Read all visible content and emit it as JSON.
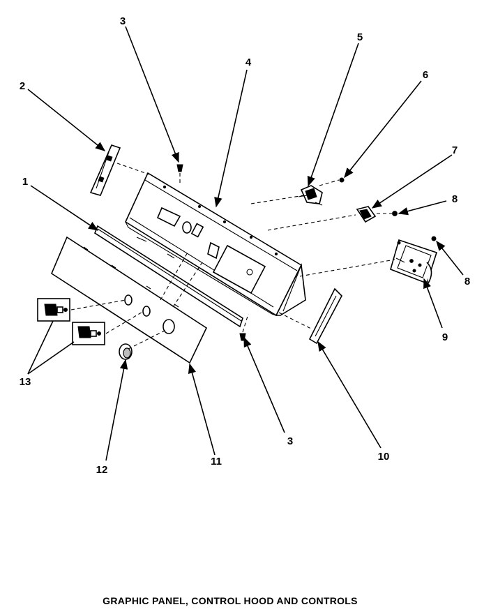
{
  "caption": "GRAPHIC PANEL, CONTROL HOOD AND CONTROLS",
  "callouts": {
    "c1": "1",
    "c2": "2",
    "c3a": "3",
    "c3b": "3",
    "c4": "4",
    "c5": "5",
    "c6": "6",
    "c7": "7",
    "c8a": "8",
    "c8b": "8",
    "c9": "9",
    "c10": "10",
    "c11": "11",
    "c12": "12",
    "c13": "13"
  }
}
